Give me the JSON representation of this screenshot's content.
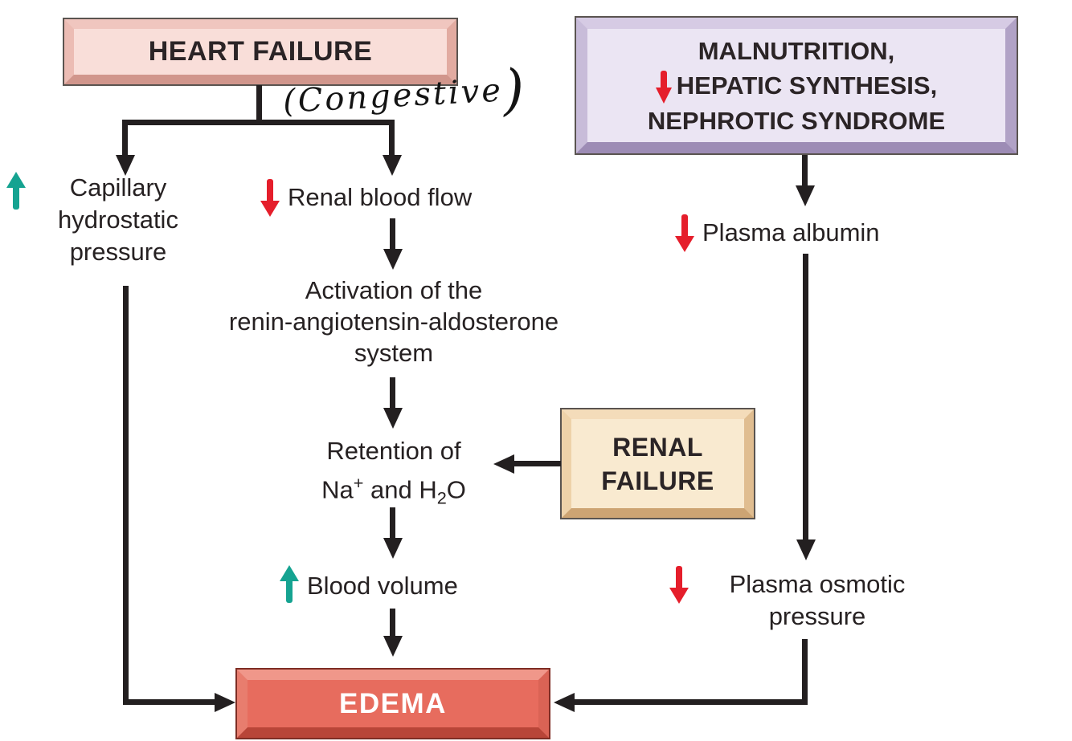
{
  "diagram": {
    "colors": {
      "line": "#231f20",
      "teal": "#15a391",
      "red": "#e51e2b",
      "text": "#262122",
      "heart_failure_face": "#f9ded9",
      "malnutrition_face": "#ebe5f3",
      "renal_failure_face": "#f9ead0",
      "edema_face": "#e76c5e"
    },
    "boxes": {
      "heart_failure": {
        "label": "HEART FAILURE"
      },
      "malnutrition": {
        "line1": "MALNUTRITION,",
        "line2": "HEPATIC SYNTHESIS,",
        "line3": "NEPHROTIC SYNDROME"
      },
      "renal_failure": {
        "line1": "RENAL",
        "line2": "FAILURE"
      },
      "edema": {
        "label": "EDEMA"
      }
    },
    "annotation": {
      "text": "(Congestive",
      "close": ")"
    },
    "nodes": {
      "capillary": {
        "line1": "Capillary",
        "line2": "hydrostatic",
        "line3": "pressure"
      },
      "renal_blood_flow": {
        "label": "Renal blood flow"
      },
      "raas": {
        "line1": "Activation of the",
        "line2": "renin-angiotensin-aldosterone",
        "line3": "system"
      },
      "retention": {
        "line1": "Retention of",
        "na": "Na",
        "na_sup": "+",
        "mid": " and H",
        "sub2": "2",
        "o": "O"
      },
      "blood_volume": {
        "label": "Blood volume"
      },
      "plasma_albumin": {
        "label": "Plasma albumin"
      },
      "plasma_osmotic": {
        "line1": "Plasma osmotic",
        "line2": "pressure"
      }
    }
  }
}
